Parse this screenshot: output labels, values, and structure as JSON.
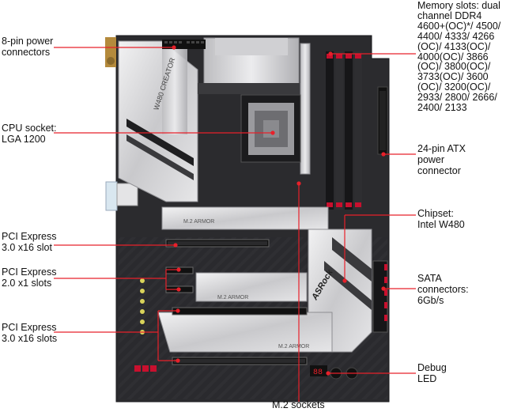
{
  "labels": {
    "power_8pin": "8-pin power\nconnectors",
    "cpu_socket": "CPU socket:\nLGA 1200",
    "pcie_x16_slot": "PCI Express\n3.0 x16 slot",
    "pcie_x1_slots": "PCI Express\n2.0 x1 slots",
    "pcie_x16_slots": "PCI Express\n3.0 x16 slots",
    "memory_slots": "Memory slots: dual\nchannel DDR4\n4600+(OC)*/ 4500/\n4400/ 4333/ 4266\n(OC)/ 4133(OC)/\n4000(OC)/ 3866\n(OC)/ 3800(OC)/\n3733(OC)/ 3600\n(OC)/ 3200(OC)/\n2933/ 2800/ 2666/\n2400/ 2133",
    "atx_24pin": "24-pin ATX\npower\nconnector",
    "chipset": "Chipset:\nIntel W480",
    "sata": "SATA\nconnectors:\n6Gb/s",
    "debug_led": "Debug\nLED",
    "m2_sockets": "M.2 sockets"
  },
  "board_text": {
    "model": "W480 CREATOR",
    "brand": "ASRock",
    "m2_armor_1": "M.2 ARMOR",
    "m2_armor_2": "M.2 ARMOR",
    "m2_armor_3": "M.2 ARMOR",
    "debug_code": "88"
  },
  "colors": {
    "callout_line": "#e8202a",
    "pcb": "#2b2b2e",
    "heatsink_silver": "#d4d4d6",
    "slot_red": "#c8102e",
    "text": "#111111"
  }
}
